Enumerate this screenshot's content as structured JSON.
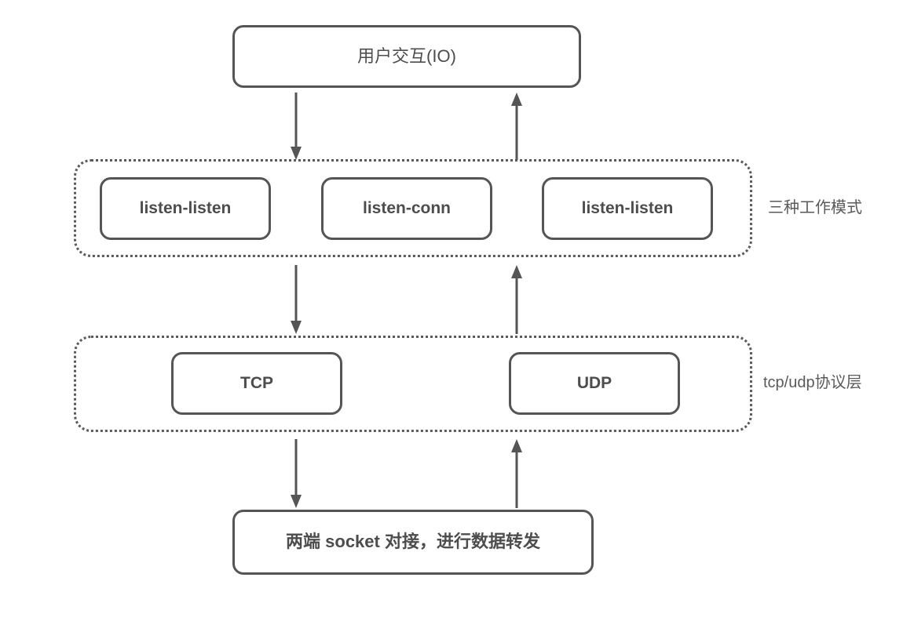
{
  "diagram": {
    "title_box": {
      "label": "用户交互(IO)"
    },
    "groups": [
      {
        "name": "modes",
        "side_label": "三种工作模式",
        "nodes": [
          {
            "label": "listen-listen"
          },
          {
            "label": "listen-conn"
          },
          {
            "label": "listen-listen"
          }
        ]
      },
      {
        "name": "protocol",
        "side_label": "tcp/udp协议层",
        "nodes": [
          {
            "label": "TCP"
          },
          {
            "label": "UDP"
          }
        ]
      }
    ],
    "bottom_box": {
      "label": "两端 socket 对接，进行数据转发"
    },
    "connectors": [
      {
        "name": "io-to-modes",
        "direction": "down"
      },
      {
        "name": "modes-to-io",
        "direction": "up"
      },
      {
        "name": "modes-to-protocol",
        "direction": "down"
      },
      {
        "name": "protocol-to-modes",
        "direction": "up"
      },
      {
        "name": "protocol-to-socket",
        "direction": "down"
      },
      {
        "name": "socket-to-protocol",
        "direction": "up"
      }
    ],
    "colors": {
      "stroke": "#555555",
      "dotted_stroke": "#5a5a5a",
      "text": "#4d4d4d",
      "side_label_text": "#5a5a5a",
      "background": "#ffffff"
    }
  }
}
